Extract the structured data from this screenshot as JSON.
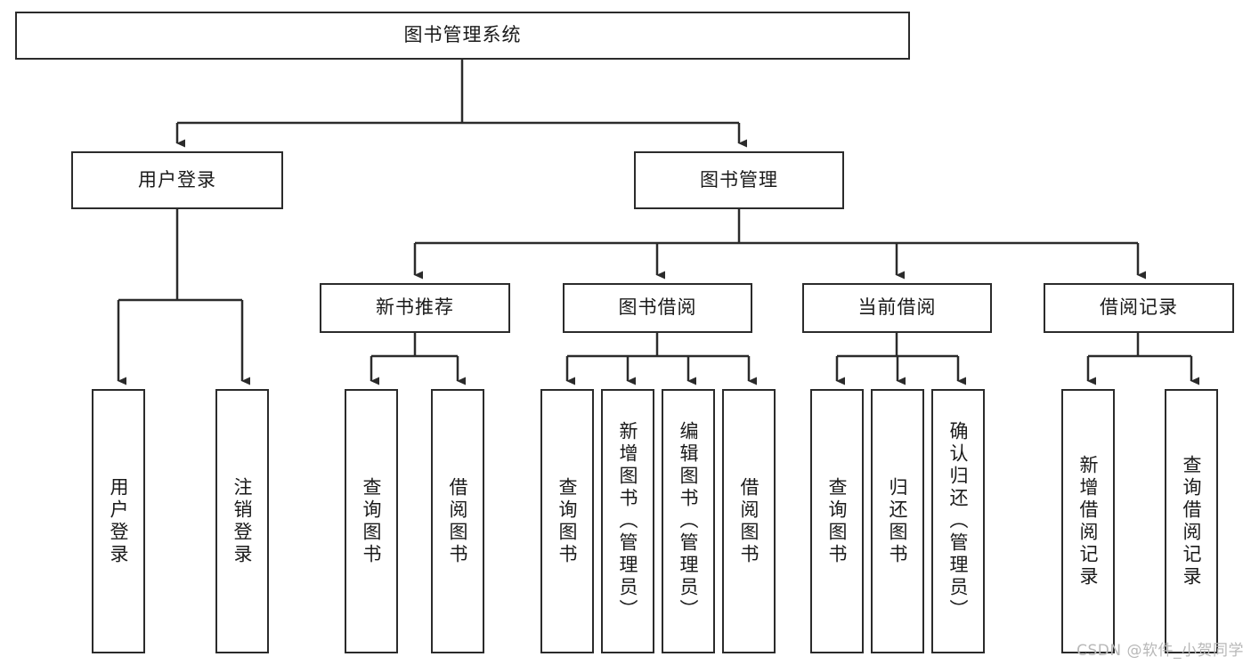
{
  "diagram": {
    "type": "tree-hierarchy",
    "title": "图书管理系统",
    "orientation": "top-down",
    "colors": {
      "box_border": "#2b2b2b",
      "box_fill": "#ffffff",
      "connector": "#2b2b2b",
      "text": "#1a1a1a",
      "watermark": "#b8b8b8"
    },
    "root": {
      "label": "图书管理系统"
    },
    "level2": [
      {
        "label": "用户登录"
      },
      {
        "label": "图书管理"
      }
    ],
    "level3": [
      {
        "label": "新书推荐"
      },
      {
        "label": "图书借阅"
      },
      {
        "label": "当前借阅"
      },
      {
        "label": "借阅记录"
      }
    ],
    "leaves": {
      "user_login": [
        {
          "label": "用户登录"
        },
        {
          "label": "注销登录"
        }
      ],
      "new_book_recommend": [
        {
          "label": "查询图书"
        },
        {
          "label": "借阅图书"
        }
      ],
      "book_borrow": [
        {
          "label": "查询图书"
        },
        {
          "label": "新增图书（管理员）"
        },
        {
          "label": "编辑图书（管理员）"
        },
        {
          "label": "借阅图书"
        }
      ],
      "current_borrow": [
        {
          "label": "查询图书"
        },
        {
          "label": "归还图书"
        },
        {
          "label": "确认归还（管理员）"
        }
      ],
      "borrow_record": [
        {
          "label": "新增借阅记录"
        },
        {
          "label": "查询借阅记录"
        }
      ]
    }
  },
  "watermark": {
    "text": "CSDN @软件_小贺同学"
  }
}
